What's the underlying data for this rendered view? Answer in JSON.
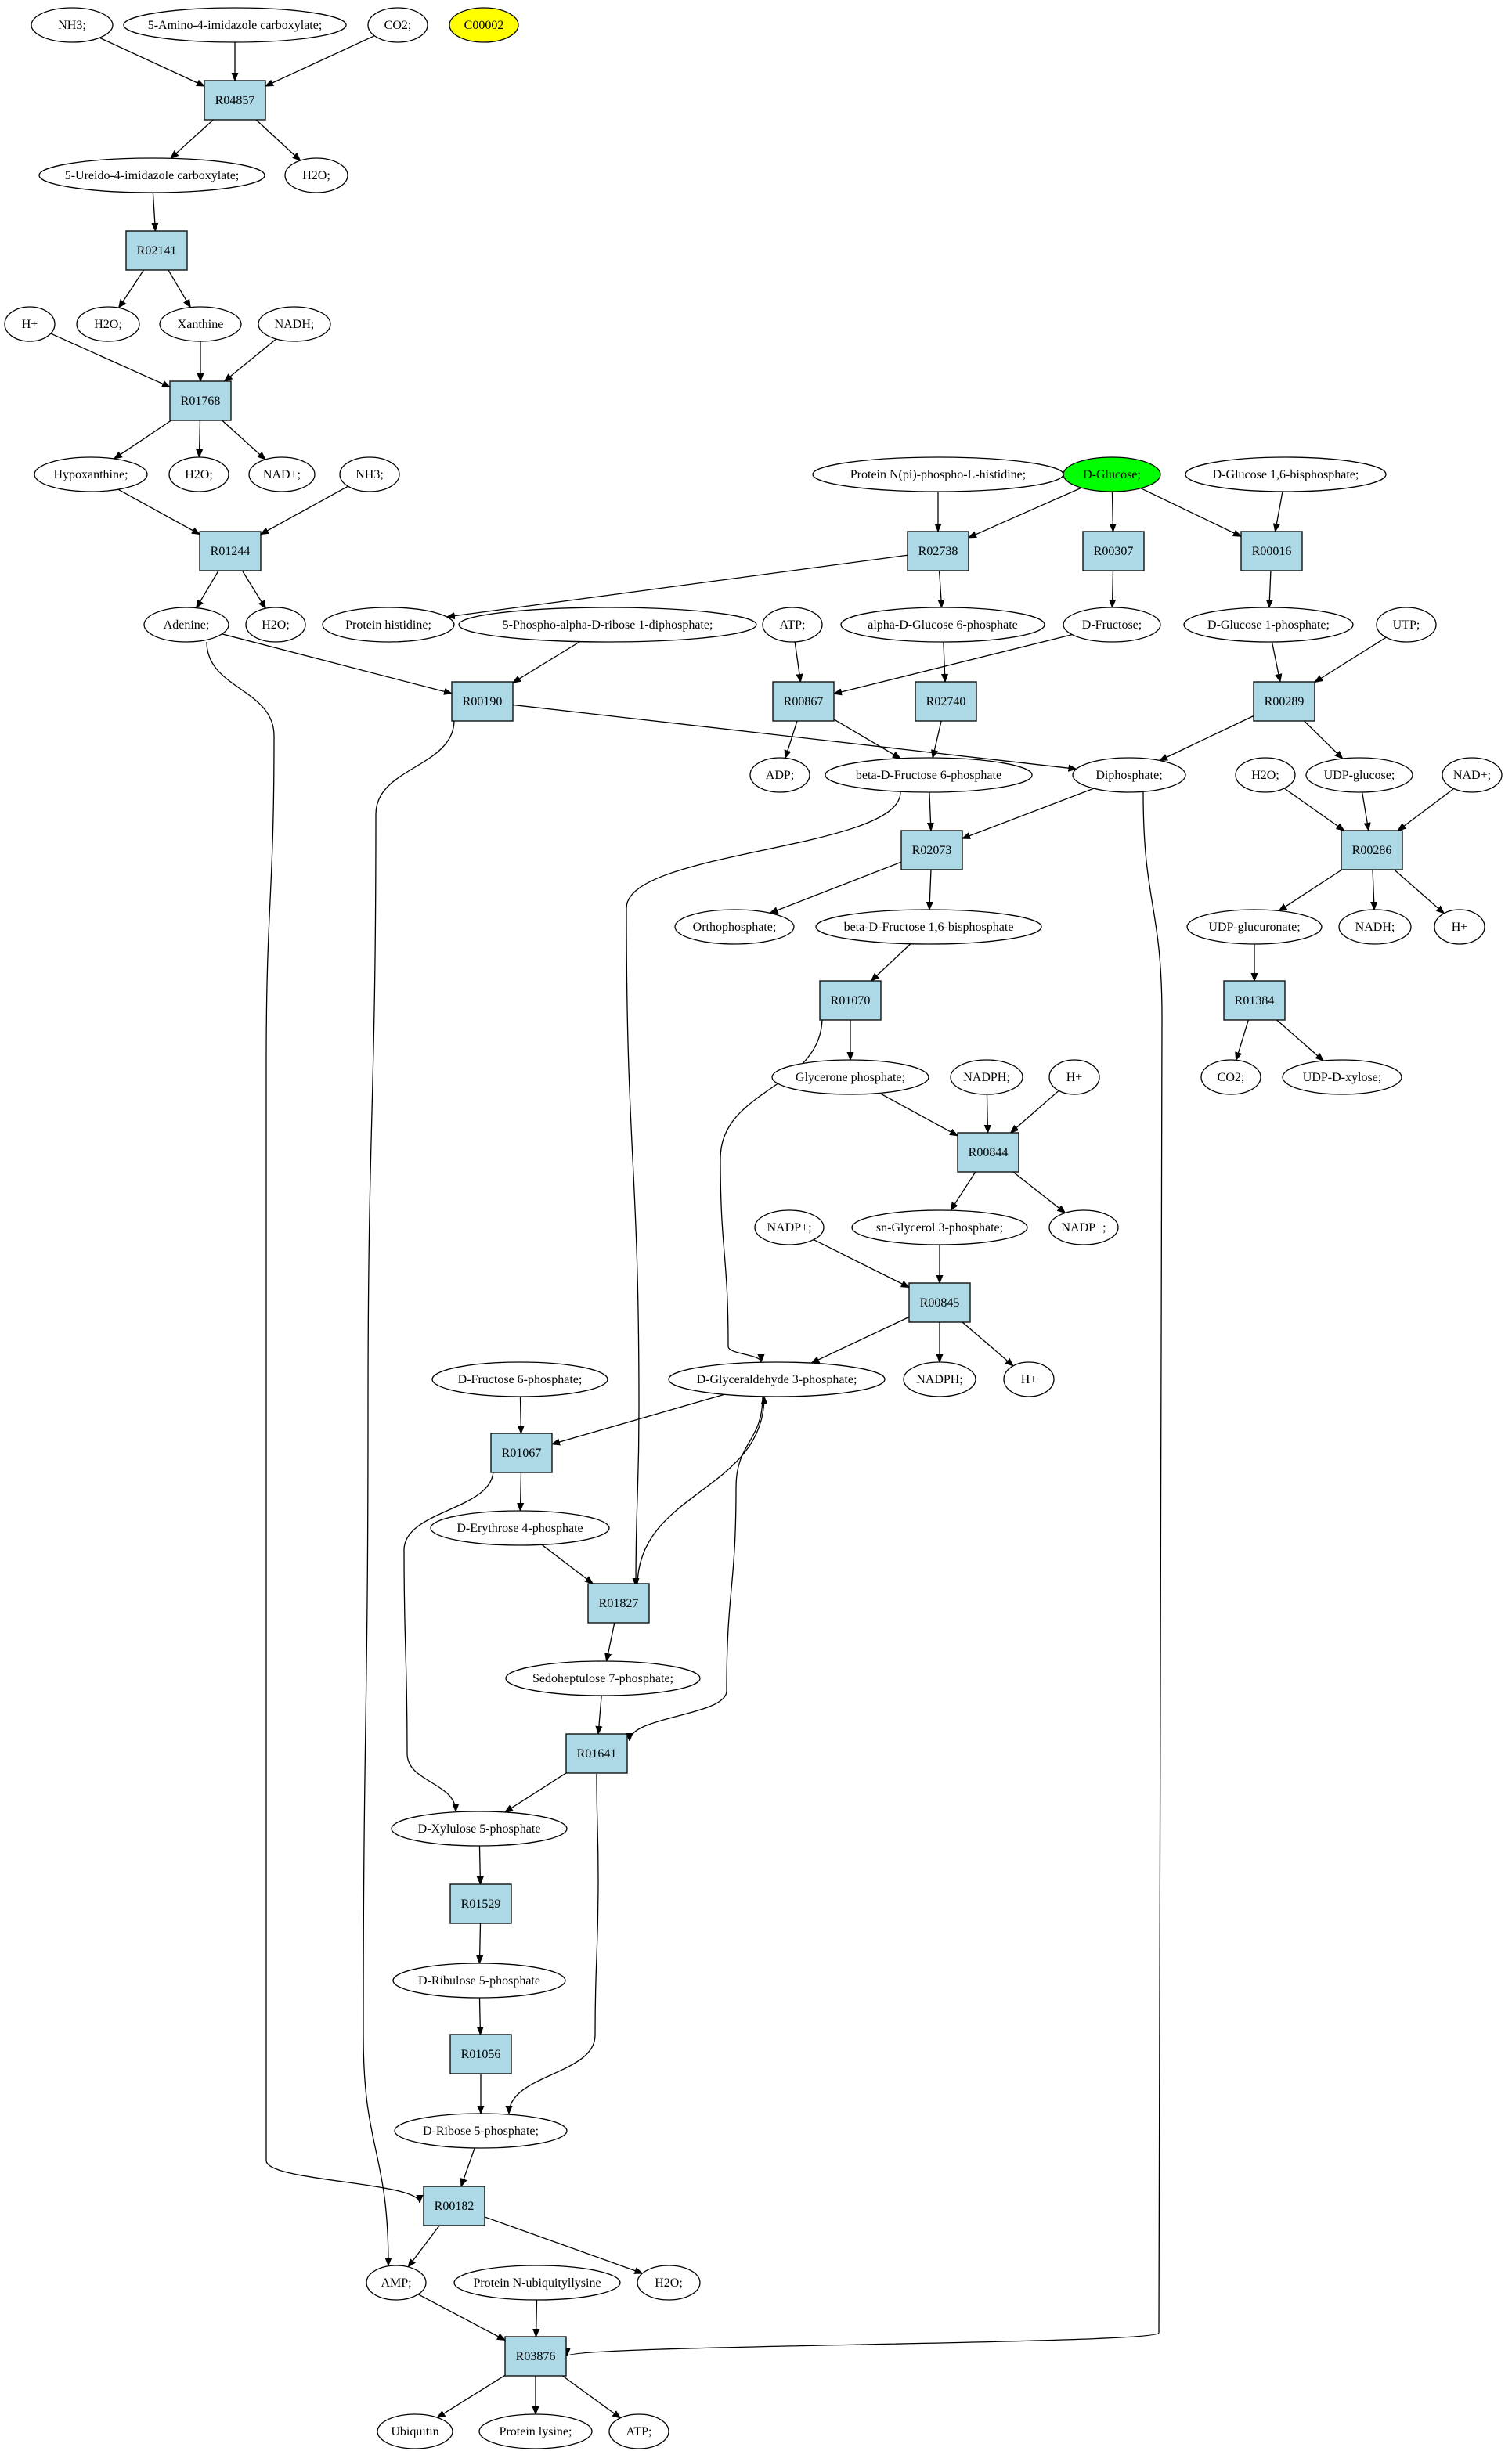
{
  "colors": {
    "reaction_fill": "#add8e6",
    "compound_fill": "#ffffff",
    "highlight_green": "#00ff00",
    "highlight_yellow": "#ffff00",
    "stroke": "#000000"
  },
  "nodes": {
    "nh3_a": {
      "label": "NH3;",
      "kind": "compound"
    },
    "amino_imid": {
      "label": "5-Amino-4-imidazole carboxylate;",
      "kind": "compound"
    },
    "co2_a": {
      "label": "CO2;",
      "kind": "compound"
    },
    "c00002": {
      "label": "C00002",
      "kind": "compound",
      "fill": "yellow"
    },
    "r04857": {
      "label": "R04857",
      "kind": "reaction"
    },
    "ureido": {
      "label": "5-Ureido-4-imidazole carboxylate;",
      "kind": "compound"
    },
    "h2o_a": {
      "label": "H2O;",
      "kind": "compound"
    },
    "r02141": {
      "label": "R02141",
      "kind": "reaction"
    },
    "h2o_b": {
      "label": "H2O;",
      "kind": "compound"
    },
    "xanthine": {
      "label": "Xanthine",
      "kind": "compound"
    },
    "hplus_a": {
      "label": "H+",
      "kind": "compound"
    },
    "nadh_a": {
      "label": "NADH;",
      "kind": "compound"
    },
    "r01768": {
      "label": "R01768",
      "kind": "reaction"
    },
    "hypoxanthine": {
      "label": "Hypoxanthine;",
      "kind": "compound"
    },
    "h2o_c": {
      "label": "H2O;",
      "kind": "compound"
    },
    "nadplus_a": {
      "label": "NAD+;",
      "kind": "compound"
    },
    "nh3_b": {
      "label": "NH3;",
      "kind": "compound"
    },
    "r01244": {
      "label": "R01244",
      "kind": "reaction"
    },
    "adenine": {
      "label": "Adenine;",
      "kind": "compound"
    },
    "h2o_d": {
      "label": "H2O;",
      "kind": "compound"
    },
    "protein_nphis": {
      "label": "Protein N(pi)-phospho-L-histidine;",
      "kind": "compound"
    },
    "dglucose": {
      "label": "D-Glucose;",
      "kind": "compound",
      "fill": "green"
    },
    "dglucose16bp": {
      "label": "D-Glucose 1,6-bisphosphate;",
      "kind": "compound"
    },
    "r02738": {
      "label": "R02738",
      "kind": "reaction"
    },
    "r00307": {
      "label": "R00307",
      "kind": "reaction"
    },
    "r00016": {
      "label": "R00016",
      "kind": "reaction"
    },
    "protein_his": {
      "label": "Protein histidine;",
      "kind": "compound"
    },
    "prpp": {
      "label": "5-Phospho-alpha-D-ribose 1-diphosphate;",
      "kind": "compound"
    },
    "atp_a": {
      "label": "ATP;",
      "kind": "compound"
    },
    "alpha_g6p": {
      "label": "alpha-D-Glucose 6-phosphate",
      "kind": "compound"
    },
    "dfructose": {
      "label": "D-Fructose;",
      "kind": "compound"
    },
    "dglucose1p": {
      "label": "D-Glucose 1-phosphate;",
      "kind": "compound"
    },
    "utp": {
      "label": "UTP;",
      "kind": "compound"
    },
    "r00190": {
      "label": "R00190",
      "kind": "reaction"
    },
    "r00867": {
      "label": "R00867",
      "kind": "reaction"
    },
    "r02740": {
      "label": "R02740",
      "kind": "reaction"
    },
    "r00289": {
      "label": "R00289",
      "kind": "reaction"
    },
    "adp": {
      "label": "ADP;",
      "kind": "compound"
    },
    "beta_f6p": {
      "label": "beta-D-Fructose 6-phosphate",
      "kind": "compound"
    },
    "diphosphate": {
      "label": "Diphosphate;",
      "kind": "compound"
    },
    "h2o_e": {
      "label": "H2O;",
      "kind": "compound"
    },
    "udp_glucose": {
      "label": "UDP-glucose;",
      "kind": "compound"
    },
    "nadplus_b": {
      "label": "NAD+;",
      "kind": "compound"
    },
    "r02073": {
      "label": "R02073",
      "kind": "reaction"
    },
    "r00286": {
      "label": "R00286",
      "kind": "reaction"
    },
    "orthophosphate": {
      "label": "Orthophosphate;",
      "kind": "compound"
    },
    "beta_f16bp": {
      "label": "beta-D-Fructose 1,6-bisphosphate",
      "kind": "compound"
    },
    "udp_glucuronate": {
      "label": "UDP-glucuronate;",
      "kind": "compound"
    },
    "nadh_b": {
      "label": "NADH;",
      "kind": "compound"
    },
    "hplus_b": {
      "label": "H+",
      "kind": "compound"
    },
    "r01070": {
      "label": "R01070",
      "kind": "reaction"
    },
    "r01384": {
      "label": "R01384",
      "kind": "reaction"
    },
    "glycerone_p": {
      "label": "Glycerone phosphate;",
      "kind": "compound"
    },
    "nadph_a": {
      "label": "NADPH;",
      "kind": "compound"
    },
    "hplus_c": {
      "label": "H+",
      "kind": "compound"
    },
    "co2_b": {
      "label": "CO2;",
      "kind": "compound"
    },
    "udp_xylose": {
      "label": "UDP-D-xylose;",
      "kind": "compound"
    },
    "r00844": {
      "label": "R00844",
      "kind": "reaction"
    },
    "nadpplus_a": {
      "label": "NADP+;",
      "kind": "compound"
    },
    "sn_g3p": {
      "label": "sn-Glycerol 3-phosphate;",
      "kind": "compound"
    },
    "nadpplus_b": {
      "label": "NADP+;",
      "kind": "compound"
    },
    "r00845": {
      "label": "R00845",
      "kind": "reaction"
    },
    "dfructose6p": {
      "label": "D-Fructose 6-phosphate;",
      "kind": "compound"
    },
    "dgap": {
      "label": "D-Glyceraldehyde 3-phosphate;",
      "kind": "compound"
    },
    "nadph_b": {
      "label": "NADPH;",
      "kind": "compound"
    },
    "hplus_d": {
      "label": "H+",
      "kind": "compound"
    },
    "r01067": {
      "label": "R01067",
      "kind": "reaction"
    },
    "derythrose4p": {
      "label": "D-Erythrose 4-phosphate",
      "kind": "compound"
    },
    "r01827": {
      "label": "R01827",
      "kind": "reaction"
    },
    "sedoheptulose7p": {
      "label": "Sedoheptulose 7-phosphate;",
      "kind": "compound"
    },
    "r01641": {
      "label": "R01641",
      "kind": "reaction"
    },
    "dxylulose5p": {
      "label": "D-Xylulose 5-phosphate",
      "kind": "compound"
    },
    "r01529": {
      "label": "R01529",
      "kind": "reaction"
    },
    "dribulose5p": {
      "label": "D-Ribulose 5-phosphate",
      "kind": "compound"
    },
    "r01056": {
      "label": "R01056",
      "kind": "reaction"
    },
    "dribose5p": {
      "label": "D-Ribose 5-phosphate;",
      "kind": "compound"
    },
    "r00182": {
      "label": "R00182",
      "kind": "reaction"
    },
    "amp": {
      "label": "AMP;",
      "kind": "compound"
    },
    "protein_nubiq": {
      "label": "Protein N-ubiquityllysine",
      "kind": "compound"
    },
    "h2o_f": {
      "label": "H2O;",
      "kind": "compound"
    },
    "r03876": {
      "label": "R03876",
      "kind": "reaction"
    },
    "ubiquitin": {
      "label": "Ubiquitin",
      "kind": "compound"
    },
    "protein_lysine": {
      "label": "Protein lysine;",
      "kind": "compound"
    },
    "atp_b": {
      "label": "ATP;",
      "kind": "compound"
    }
  },
  "edges": [
    [
      "nh3_a",
      "r04857"
    ],
    [
      "amino_imid",
      "r04857"
    ],
    [
      "co2_a",
      "r04857"
    ],
    [
      "r04857",
      "ureido"
    ],
    [
      "r04857",
      "h2o_a"
    ],
    [
      "ureido",
      "r02141"
    ],
    [
      "r02141",
      "h2o_b"
    ],
    [
      "r02141",
      "xanthine"
    ],
    [
      "hplus_a",
      "r01768"
    ],
    [
      "xanthine",
      "r01768"
    ],
    [
      "nadh_a",
      "r01768"
    ],
    [
      "r01768",
      "hypoxanthine"
    ],
    [
      "r01768",
      "h2o_c"
    ],
    [
      "r01768",
      "nadplus_a"
    ],
    [
      "hypoxanthine",
      "r01244"
    ],
    [
      "nh3_b",
      "r01244"
    ],
    [
      "r01244",
      "adenine"
    ],
    [
      "r01244",
      "h2o_d"
    ],
    [
      "adenine",
      "r00190"
    ],
    [
      "prpp",
      "r00190"
    ],
    [
      "r00190",
      "diphosphate"
    ],
    [
      "r00190",
      "amp"
    ],
    [
      "adenine",
      "r00182"
    ],
    [
      "protein_nphis",
      "r02738"
    ],
    [
      "dglucose",
      "r02738"
    ],
    [
      "dglucose",
      "r00307"
    ],
    [
      "dglucose",
      "r00016"
    ],
    [
      "dglucose16bp",
      "r00016"
    ],
    [
      "r02738",
      "protein_his"
    ],
    [
      "r02738",
      "alpha_g6p"
    ],
    [
      "r00307",
      "dfructose"
    ],
    [
      "r00016",
      "dglucose1p"
    ],
    [
      "atp_a",
      "r00867"
    ],
    [
      "dfructose",
      "r00867"
    ],
    [
      "r00867",
      "adp"
    ],
    [
      "r00867",
      "beta_f6p"
    ],
    [
      "alpha_g6p",
      "r02740"
    ],
    [
      "r02740",
      "beta_f6p"
    ],
    [
      "dglucose1p",
      "r00289"
    ],
    [
      "utp",
      "r00289"
    ],
    [
      "r00289",
      "diphosphate"
    ],
    [
      "r00289",
      "udp_glucose"
    ],
    [
      "beta_f6p",
      "r02073"
    ],
    [
      "diphosphate",
      "r02073"
    ],
    [
      "beta_f6p",
      "r01827"
    ],
    [
      "diphosphate",
      "r03876"
    ],
    [
      "h2o_e",
      "r00286"
    ],
    [
      "udp_glucose",
      "r00286"
    ],
    [
      "nadplus_b",
      "r00286"
    ],
    [
      "r00286",
      "udp_glucuronate"
    ],
    [
      "r00286",
      "nadh_b"
    ],
    [
      "r00286",
      "hplus_b"
    ],
    [
      "r02073",
      "orthophosphate"
    ],
    [
      "r02073",
      "beta_f16bp"
    ],
    [
      "beta_f16bp",
      "r01070"
    ],
    [
      "r01070",
      "glycerone_p"
    ],
    [
      "r01070",
      "dgap"
    ],
    [
      "udp_glucuronate",
      "r01384"
    ],
    [
      "r01384",
      "co2_b"
    ],
    [
      "r01384",
      "udp_xylose"
    ],
    [
      "glycerone_p",
      "r00844"
    ],
    [
      "nadph_a",
      "r00844"
    ],
    [
      "hplus_c",
      "r00844"
    ],
    [
      "r00844",
      "sn_g3p"
    ],
    [
      "r00844",
      "nadpplus_b"
    ],
    [
      "nadpplus_a",
      "r00845"
    ],
    [
      "sn_g3p",
      "r00845"
    ],
    [
      "r00845",
      "dgap"
    ],
    [
      "r00845",
      "nadph_b"
    ],
    [
      "r00845",
      "hplus_d"
    ],
    [
      "dfructose6p",
      "r01067"
    ],
    [
      "dgap",
      "r01067"
    ],
    [
      "r01067",
      "derythrose4p"
    ],
    [
      "r01067",
      "dxylulose5p"
    ],
    [
      "derythrose4p",
      "r01827"
    ],
    [
      "r01827",
      "dgap"
    ],
    [
      "r01827",
      "sedoheptulose7p"
    ],
    [
      "sedoheptulose7p",
      "r01641"
    ],
    [
      "dgap",
      "r01641"
    ],
    [
      "r01641",
      "dxylulose5p"
    ],
    [
      "r01641",
      "dribose5p"
    ],
    [
      "dxylulose5p",
      "r01529"
    ],
    [
      "r01529",
      "dribulose5p"
    ],
    [
      "dribulose5p",
      "r01056"
    ],
    [
      "r01056",
      "dribose5p"
    ],
    [
      "dribose5p",
      "r00182"
    ],
    [
      "r00182",
      "amp"
    ],
    [
      "r00182",
      "h2o_f"
    ],
    [
      "amp",
      "r03876"
    ],
    [
      "protein_nubiq",
      "r03876"
    ],
    [
      "r03876",
      "ubiquitin"
    ],
    [
      "r03876",
      "protein_lysine"
    ],
    [
      "r03876",
      "atp_b"
    ]
  ]
}
